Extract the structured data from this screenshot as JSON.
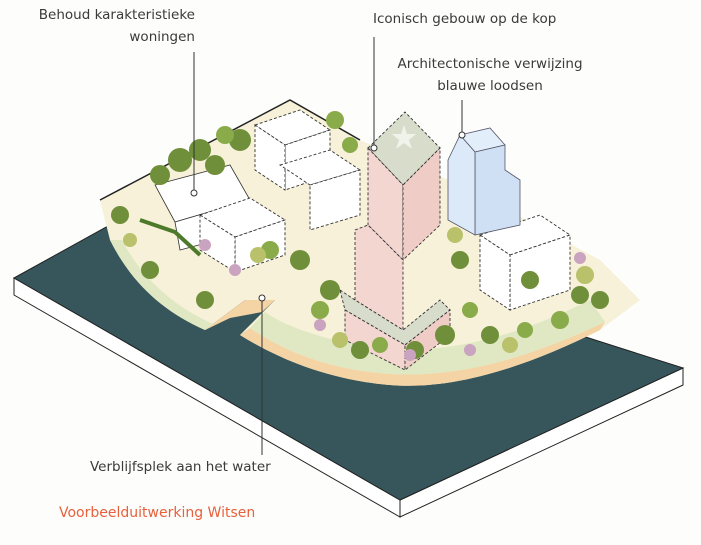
{
  "figure": {
    "type": "isometric urban design diagram",
    "caption": "Voorbeelduitwerking Witsen",
    "caption_color": "#e8603c"
  },
  "annotations": [
    {
      "id": "karakteristieke-woningen",
      "lines": [
        "Behoud karakteristieke",
        "woningen"
      ]
    },
    {
      "id": "iconisch-gebouw",
      "lines": [
        "Iconisch gebouw op de kop"
      ]
    },
    {
      "id": "blauwe-loodsen",
      "lines": [
        "Architectonische verwijzing",
        "blauwe loodsen"
      ]
    },
    {
      "id": "verblijfsplek-water",
      "lines": [
        "Verblijfsplek aan het water"
      ]
    }
  ],
  "colors": {
    "water": "#37565c",
    "land": "#f6f1d8",
    "quay": "#f4d3a4",
    "grass": "#dfe8c2",
    "tower": "#f3d6d0",
    "tower_roof": "#d8dccb",
    "blue_building": "#dbe9f8",
    "trees": [
      "#6f8f3a",
      "#8aab4a",
      "#5d7d2e",
      "#b9c16a",
      "#c9a3c0"
    ]
  }
}
